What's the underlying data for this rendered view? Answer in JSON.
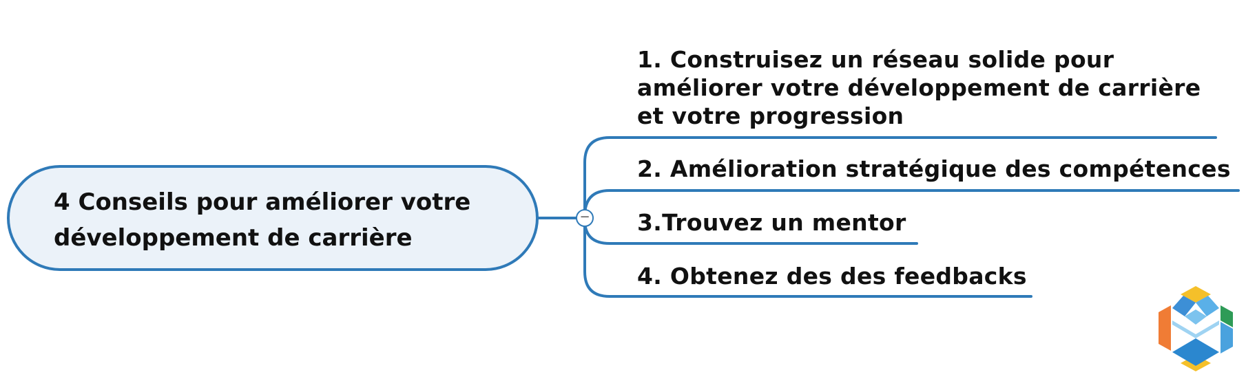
{
  "central_topic": {
    "line1": "4 Conseils pour améliorer votre",
    "line2": "développement de carrière"
  },
  "collapse_toggle": {
    "symbol": "−"
  },
  "branches": [
    {
      "line1": "1. Construisez un réseau solide pour",
      "line2": "améliorer votre développement de carrière",
      "line3": "et votre progression"
    },
    {
      "label": "2. Amélioration stratégique des compétences"
    },
    {
      "label": "3.Trouvez un mentor"
    },
    {
      "label": "4. Obtenez des des feedbacks"
    }
  ],
  "colors": {
    "connector": "#2f7ab8",
    "central_fill": "#ebf2f9",
    "text": "#111111"
  },
  "logo": {
    "icon": "mindmap-app-logo-icon"
  }
}
